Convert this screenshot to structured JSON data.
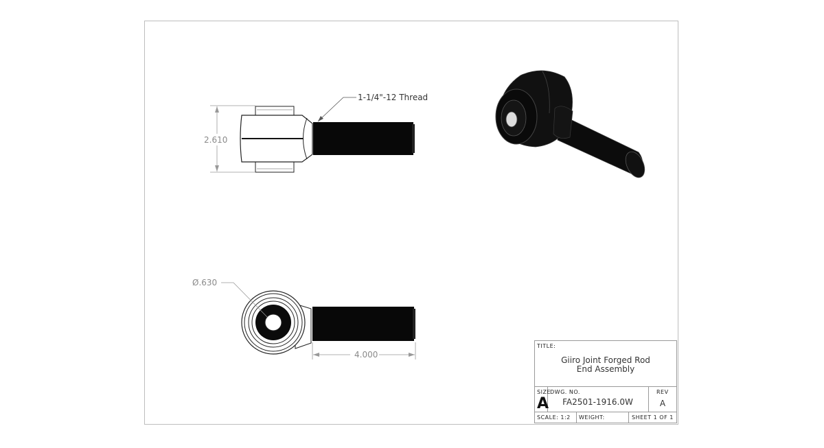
{
  "drawing": {
    "views": {
      "front": {
        "height_dim": "2.610",
        "thread_note": "1-1/4\"-12 Thread"
      },
      "top": {
        "bore_dim": "Ø.630",
        "length_dim": "4.000"
      },
      "isometric": {
        "description": "shaded 3D rod end"
      }
    }
  },
  "title_block": {
    "title_label": "TITLE:",
    "title_line1": "Giiro Joint Forged Rod",
    "title_line2": "End Assembly",
    "size_label": "SIZE",
    "size_value": "A",
    "dwg_no_label": "DWG.  NO.",
    "dwg_no_value": "FA2501-1916.0W",
    "rev_label": "REV",
    "rev_value": "A",
    "scale_label": "SCALE: 1:2",
    "weight_label": "WEIGHT:",
    "sheet_label": "SHEET 1 OF 1"
  }
}
